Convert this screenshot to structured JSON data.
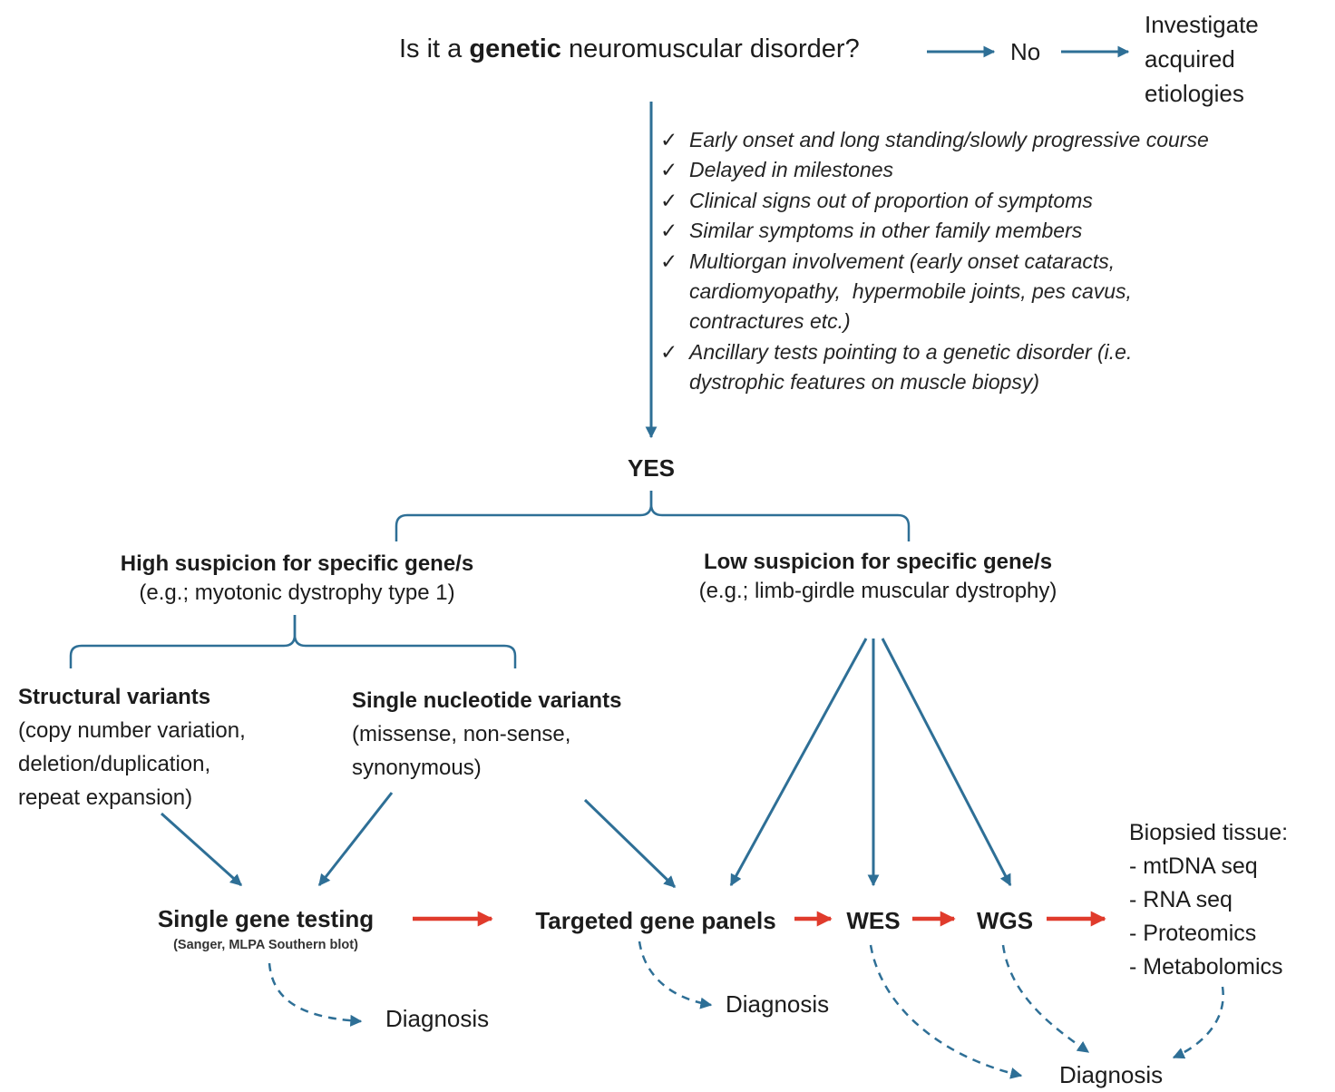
{
  "question": {
    "pre": "Is it a ",
    "bold": "genetic",
    "post": " neuromuscular disorder?"
  },
  "no_label": "No",
  "investigate_label": "Investigate acquired etiologies",
  "glyphs": {
    "check": "✓"
  },
  "checklist": [
    {
      "lines": [
        "Early onset and long standing/slowly progressive course"
      ]
    },
    {
      "lines": [
        "Delayed in milestones"
      ]
    },
    {
      "lines": [
        "Clinical signs out of proportion of symptoms"
      ]
    },
    {
      "lines": [
        "Similar symptoms in other family members"
      ]
    },
    {
      "lines": [
        "Multiorgan involvement (early onset cataracts,",
        "cardiomyopathy,  hypermobile joints, pes cavus,",
        "contractures etc.)"
      ]
    },
    {
      "lines": [
        "Ancillary tests pointing to a genetic disorder (i.e.",
        "dystrophic features on muscle biopsy)"
      ]
    }
  ],
  "yes_label": "YES",
  "branches": {
    "high": {
      "title": "High suspicion for specific gene/s",
      "subtitle": "(e.g.; myotonic dystrophy type 1)"
    },
    "low": {
      "title": "Low suspicion for specific gene/s",
      "subtitle": "(e.g.; limb-girdle muscular dystrophy)"
    }
  },
  "variants": {
    "structural": {
      "title": "Structural variants",
      "lines": [
        "(copy number variation,",
        "deletion/duplication,",
        "repeat expansion)"
      ]
    },
    "snv": {
      "title": "Single nucleotide variants",
      "lines": [
        "(missense, non-sense,",
        "synonymous)"
      ]
    }
  },
  "tests": {
    "single_gene": {
      "title": "Single gene testing",
      "subtitle": "(Sanger, MLPA Southern blot)"
    },
    "panels": "Targeted gene panels",
    "wes": "WES",
    "wgs": "WGS"
  },
  "biopsy": {
    "title": "Biopsied tissue:",
    "items": [
      "- mtDNA seq",
      "- RNA seq",
      "- Proteomics",
      "- Metabolomics"
    ]
  },
  "diagnosis": {
    "first": "Diagnosis",
    "second": "Diagnosis",
    "third": "Diagnosis"
  },
  "colors": {
    "arrow_blue": "#2e6f96",
    "arrow_red": "#e03b2c",
    "text": "#1c1c1c"
  }
}
